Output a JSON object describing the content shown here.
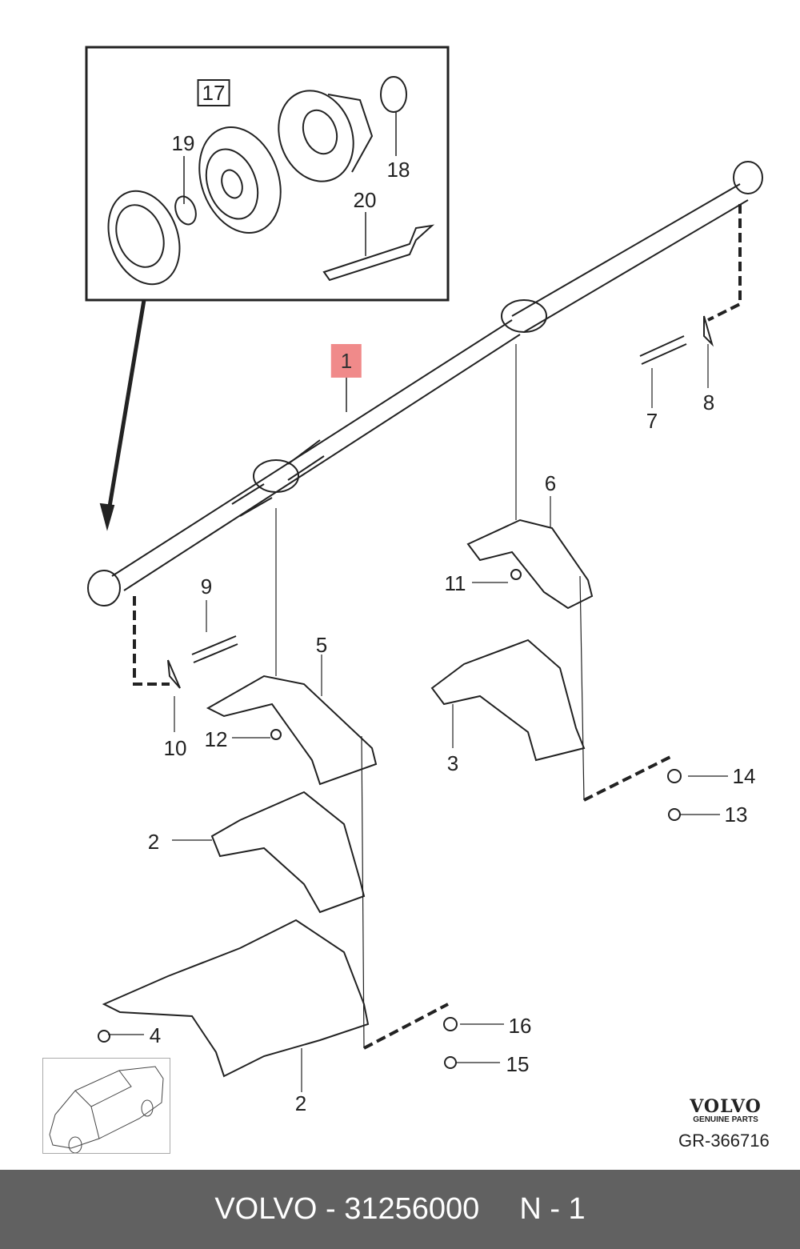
{
  "diagram": {
    "callouts": [
      "1",
      "2",
      "2",
      "3",
      "4",
      "5",
      "6",
      "7",
      "8",
      "9",
      "10",
      "11",
      "12",
      "13",
      "14",
      "15",
      "16",
      "17",
      "18",
      "19",
      "20"
    ],
    "highlighted_callout": "1",
    "inset_label": "17"
  },
  "brand": {
    "name": "VOLVO",
    "subtitle": "GENUINE PARTS",
    "reference": "GR-366716"
  },
  "footer": {
    "make": "VOLVO",
    "separator": " - ",
    "part_number": "31256000",
    "position": "N - 1"
  },
  "colors": {
    "highlight": "#f08a8a",
    "footer_bg": "#616161"
  }
}
